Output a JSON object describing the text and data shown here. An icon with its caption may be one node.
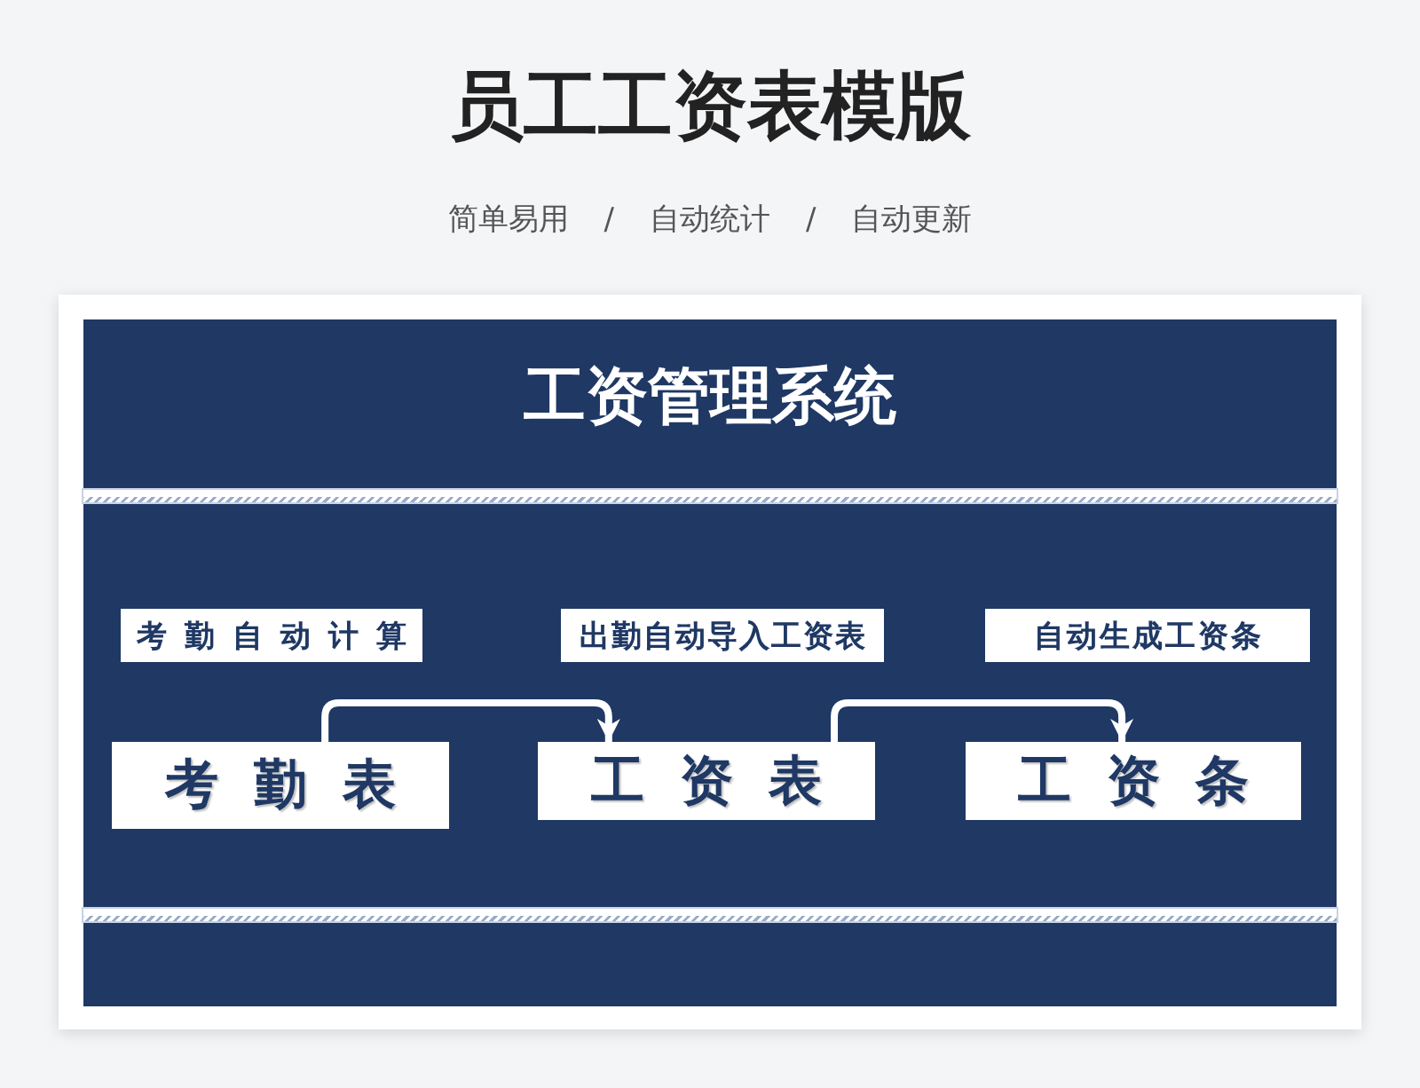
{
  "diagram": {
    "title": "员工工资表模版",
    "nodes": [
      {
        "text": [
          "工资管理系统"
        ]
      },
      {
        "text": [
          "考勤自动计算"
        ],
        "in": 0
      },
      {
        "text": [
          "出勤自动导入工资表"
        ],
        "in": 0
      },
      {
        "text": [
          "自动生成工资条"
        ],
        "in": 0
      },
      {
        "text": [
          "考勤表"
        ],
        "in": 0
      },
      {
        "text": [
          "工资表"
        ],
        "in": 0
      },
      {
        "text": [
          "工资条"
        ],
        "in": 0
      }
    ],
    "edges": [
      {
        "from": 4,
        "to": 5,
        "arrow": "to"
      },
      {
        "from": 5,
        "to": 6,
        "arrow": "to"
      }
    ],
    "labels": [
      "简单易用",
      "/",
      "自动统计",
      "/",
      "自动更新"
    ]
  }
}
